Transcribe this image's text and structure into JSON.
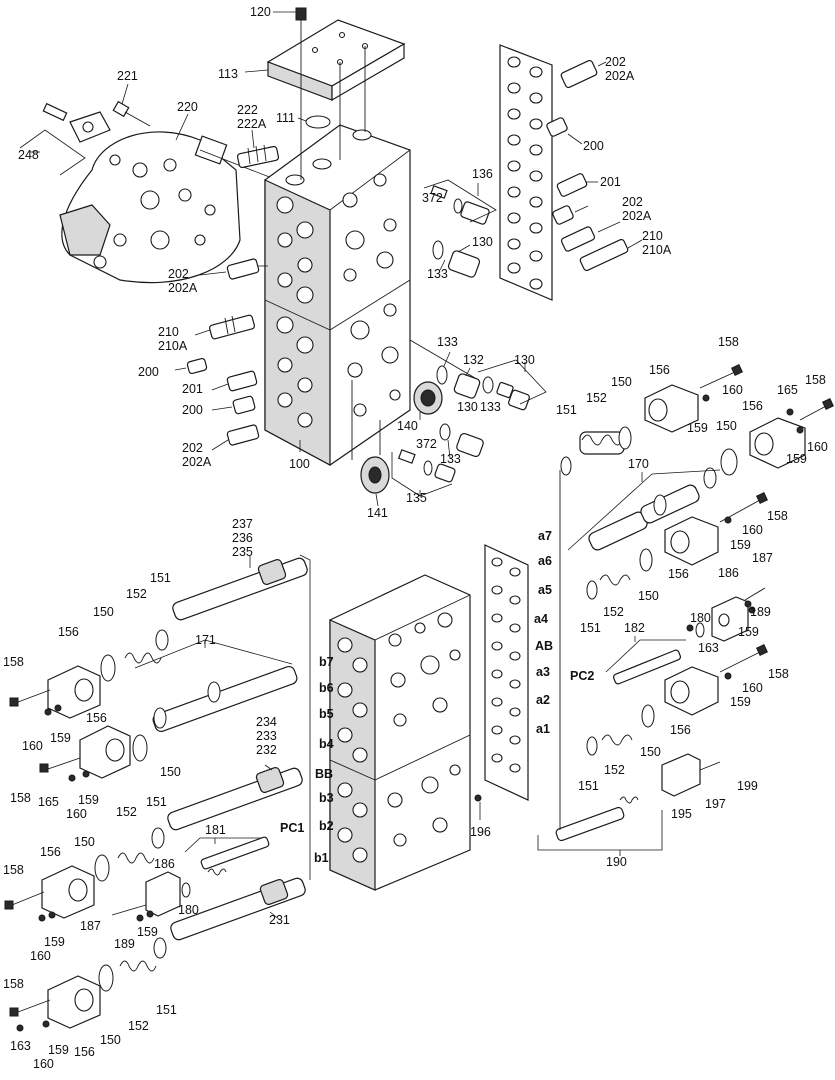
{
  "callouts": [
    {
      "id": "c120",
      "text": "120"
    },
    {
      "id": "c113",
      "text": "113"
    },
    {
      "id": "c221",
      "text": "221"
    },
    {
      "id": "c220",
      "text": "220"
    },
    {
      "id": "c222",
      "text": "222"
    },
    {
      "id": "c222A",
      "text": "222A"
    },
    {
      "id": "c111",
      "text": "111"
    },
    {
      "id": "c248",
      "text": "248"
    },
    {
      "id": "c202a",
      "text": "202"
    },
    {
      "id": "c202Aa",
      "text": "202A"
    },
    {
      "id": "c200a",
      "text": "200"
    },
    {
      "id": "c201a",
      "text": "201"
    },
    {
      "id": "c202b",
      "text": "202"
    },
    {
      "id": "c202Ab",
      "text": "202A"
    },
    {
      "id": "c210a",
      "text": "210"
    },
    {
      "id": "c210Aa",
      "text": "210A"
    },
    {
      "id": "c136",
      "text": "136"
    },
    {
      "id": "c372a",
      "text": "372"
    },
    {
      "id": "c130a",
      "text": "130"
    },
    {
      "id": "c133a",
      "text": "133"
    },
    {
      "id": "c202c",
      "text": "202"
    },
    {
      "id": "c202Ac",
      "text": "202A"
    },
    {
      "id": "c210b",
      "text": "210"
    },
    {
      "id": "c210Ab",
      "text": "210A"
    },
    {
      "id": "c200b",
      "text": "200"
    },
    {
      "id": "c201b",
      "text": "201"
    },
    {
      "id": "c200c",
      "text": "200"
    },
    {
      "id": "c202d",
      "text": "202"
    },
    {
      "id": "c202Ad",
      "text": "202A"
    },
    {
      "id": "c100",
      "text": "100"
    },
    {
      "id": "c133b",
      "text": "133"
    },
    {
      "id": "c132",
      "text": "132"
    },
    {
      "id": "c130b",
      "text": "130"
    },
    {
      "id": "c130c",
      "text": "130"
    },
    {
      "id": "c133c",
      "text": "133"
    },
    {
      "id": "c140",
      "text": "140"
    },
    {
      "id": "c372b",
      "text": "372"
    },
    {
      "id": "c133d",
      "text": "133"
    },
    {
      "id": "c135",
      "text": "135"
    },
    {
      "id": "c141",
      "text": "141"
    },
    {
      "id": "c158a",
      "text": "158"
    },
    {
      "id": "c156a",
      "text": "156"
    },
    {
      "id": "c150a",
      "text": "150"
    },
    {
      "id": "c160a",
      "text": "160"
    },
    {
      "id": "c165a",
      "text": "165"
    },
    {
      "id": "c158b",
      "text": "158"
    },
    {
      "id": "c152a",
      "text": "152"
    },
    {
      "id": "c151a",
      "text": "151"
    },
    {
      "id": "c159a",
      "text": "159"
    },
    {
      "id": "c156b",
      "text": "156"
    },
    {
      "id": "c160b",
      "text": "160"
    },
    {
      "id": "c150b",
      "text": "150"
    },
    {
      "id": "c159b",
      "text": "159"
    },
    {
      "id": "c170",
      "text": "170"
    },
    {
      "id": "c158c",
      "text": "158"
    },
    {
      "id": "c160c",
      "text": "160"
    },
    {
      "id": "c159c",
      "text": "159"
    },
    {
      "id": "c156c",
      "text": "156"
    },
    {
      "id": "c187a",
      "text": "187"
    },
    {
      "id": "c186a",
      "text": "186"
    },
    {
      "id": "c150c",
      "text": "150"
    },
    {
      "id": "c151b",
      "text": "151"
    },
    {
      "id": "c152b",
      "text": "152"
    },
    {
      "id": "c180a",
      "text": "180"
    },
    {
      "id": "c189a",
      "text": "189"
    },
    {
      "id": "c159d",
      "text": "159"
    },
    {
      "id": "c182",
      "text": "182"
    },
    {
      "id": "c163a",
      "text": "163"
    },
    {
      "id": "c158d",
      "text": "158"
    },
    {
      "id": "c160d",
      "text": "160"
    },
    {
      "id": "c159e",
      "text": "159"
    },
    {
      "id": "c156d",
      "text": "156"
    },
    {
      "id": "c150d",
      "text": "150"
    },
    {
      "id": "c151c",
      "text": "151"
    },
    {
      "id": "c152c",
      "text": "152"
    },
    {
      "id": "c199",
      "text": "199"
    },
    {
      "id": "c197",
      "text": "197"
    },
    {
      "id": "c195",
      "text": "195"
    },
    {
      "id": "c190",
      "text": "190"
    },
    {
      "id": "c196",
      "text": "196"
    },
    {
      "id": "c237",
      "text": "237"
    },
    {
      "id": "c236",
      "text": "236"
    },
    {
      "id": "c235",
      "text": "235"
    },
    {
      "id": "c151d",
      "text": "151"
    },
    {
      "id": "c152d",
      "text": "152"
    },
    {
      "id": "c150e",
      "text": "150"
    },
    {
      "id": "c156e",
      "text": "156"
    },
    {
      "id": "c171",
      "text": "171"
    },
    {
      "id": "c158e",
      "text": "158"
    },
    {
      "id": "c160e",
      "text": "160"
    },
    {
      "id": "c159f",
      "text": "159"
    },
    {
      "id": "c156f",
      "text": "156"
    },
    {
      "id": "c150f",
      "text": "150"
    },
    {
      "id": "c234",
      "text": "234"
    },
    {
      "id": "c233",
      "text": "233"
    },
    {
      "id": "c232",
      "text": "232"
    },
    {
      "id": "c158f",
      "text": "158"
    },
    {
      "id": "c165b",
      "text": "165"
    },
    {
      "id": "c159g",
      "text": "159"
    },
    {
      "id": "c160f",
      "text": "160"
    },
    {
      "id": "c152e",
      "text": "152"
    },
    {
      "id": "c151e",
      "text": "151"
    },
    {
      "id": "c150g",
      "text": "150"
    },
    {
      "id": "c156g",
      "text": "156"
    },
    {
      "id": "c181",
      "text": "181"
    },
    {
      "id": "c186b",
      "text": "186"
    },
    {
      "id": "c158g",
      "text": "158"
    },
    {
      "id": "c180b",
      "text": "180"
    },
    {
      "id": "c187b",
      "text": "187"
    },
    {
      "id": "c159h",
      "text": "159"
    },
    {
      "id": "c160g",
      "text": "160"
    },
    {
      "id": "c189b",
      "text": "189"
    },
    {
      "id": "c159i",
      "text": "159"
    },
    {
      "id": "c231",
      "text": "231"
    },
    {
      "id": "c158h",
      "text": "158"
    },
    {
      "id": "c152f",
      "text": "152"
    },
    {
      "id": "c151f",
      "text": "151"
    },
    {
      "id": "c163b",
      "text": "163"
    },
    {
      "id": "c159j",
      "text": "159"
    },
    {
      "id": "c156h",
      "text": "156"
    },
    {
      "id": "c150h",
      "text": "150"
    },
    {
      "id": "c160h",
      "text": "160"
    }
  ],
  "port_labels": [
    {
      "id": "pa7",
      "text": "a7"
    },
    {
      "id": "pa6",
      "text": "a6"
    },
    {
      "id": "pa5",
      "text": "a5"
    },
    {
      "id": "pa4",
      "text": "a4"
    },
    {
      "id": "pAB",
      "text": "AB"
    },
    {
      "id": "pa3",
      "text": "a3"
    },
    {
      "id": "pPC2",
      "text": "PC2"
    },
    {
      "id": "pa2",
      "text": "a2"
    },
    {
      "id": "pa1",
      "text": "a1"
    },
    {
      "id": "pb7",
      "text": "b7"
    },
    {
      "id": "pb6",
      "text": "b6"
    },
    {
      "id": "pb5",
      "text": "b5"
    },
    {
      "id": "pb4",
      "text": "b4"
    },
    {
      "id": "pBB",
      "text": "BB"
    },
    {
      "id": "pb3",
      "text": "b3"
    },
    {
      "id": "pPC1",
      "text": "PC1"
    },
    {
      "id": "pb2",
      "text": "b2"
    },
    {
      "id": "pb1",
      "text": "b1"
    }
  ]
}
